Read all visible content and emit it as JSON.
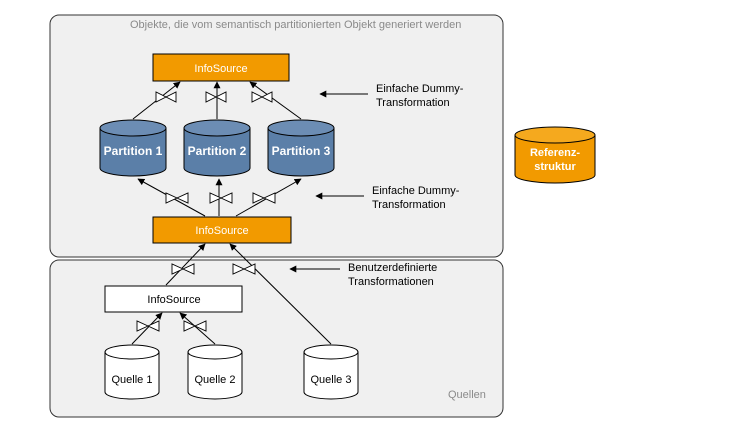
{
  "panels": {
    "top_title": "Objekte, die vom semantisch partitionierten Objekt generiert werden",
    "bottom_title": "Quellen"
  },
  "boxes": {
    "infosource_top": "InfoSource",
    "infosource_mid": "InfoSource",
    "infosource_bottom": "InfoSource"
  },
  "partitions": [
    "Partition 1",
    "Partition 2",
    "Partition 3"
  ],
  "sources": [
    "Quelle 1",
    "Quelle 2",
    "Quelle 3"
  ],
  "reference": [
    "Referenz-",
    "struktur"
  ],
  "annotations": {
    "dummy_top": [
      "Einfache Dummy-",
      "Transformation"
    ],
    "dummy_mid": [
      "Einfache Dummy-",
      "Transformation"
    ],
    "user_defined": [
      "Benutzerdefinierte",
      "Transformationen"
    ]
  },
  "colors": {
    "orange": "#F29A00",
    "blue": "#5B7FA8",
    "panel": "#F0F0F0",
    "outline": "#000000"
  }
}
